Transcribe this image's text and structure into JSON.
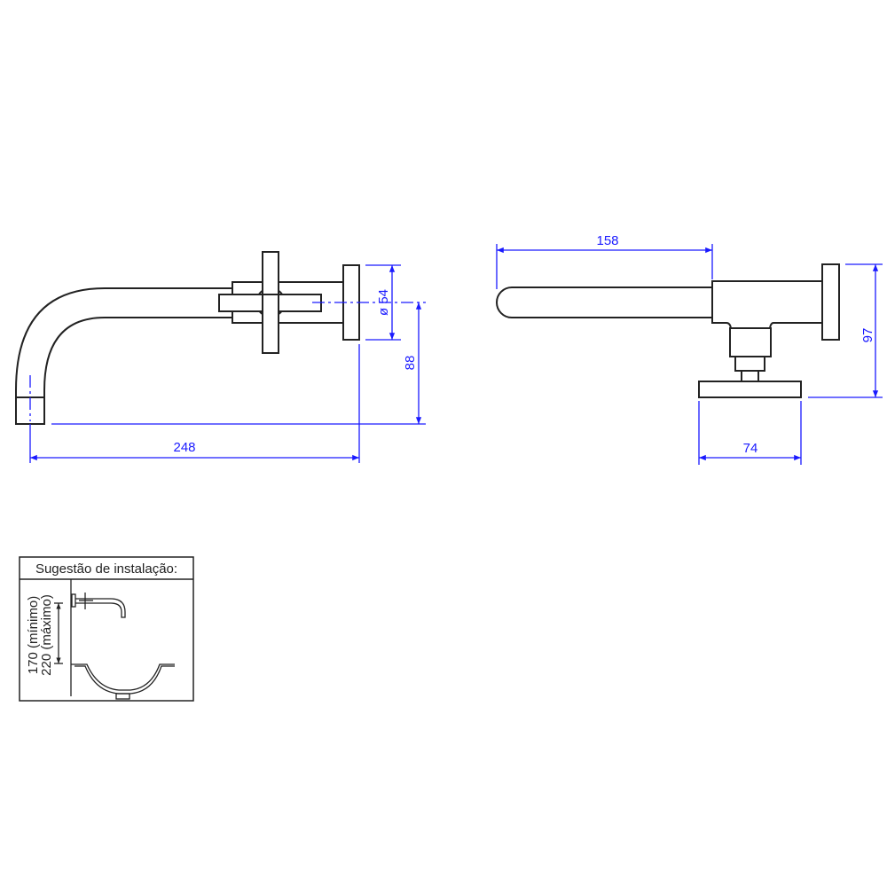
{
  "colors": {
    "dimension": "#1a1aff",
    "outline": "#222222"
  },
  "front_view": {
    "dim_width": "248",
    "dim_height": "88",
    "dim_flange_diameter": "ø 54"
  },
  "side_view": {
    "dim_spout_length": "158",
    "dim_depth": "97",
    "dim_base_width": "74"
  },
  "installation": {
    "title": "Sugestão de instalação:",
    "min_label": "170 (mínimo)",
    "max_label": "220 (máximo)"
  }
}
